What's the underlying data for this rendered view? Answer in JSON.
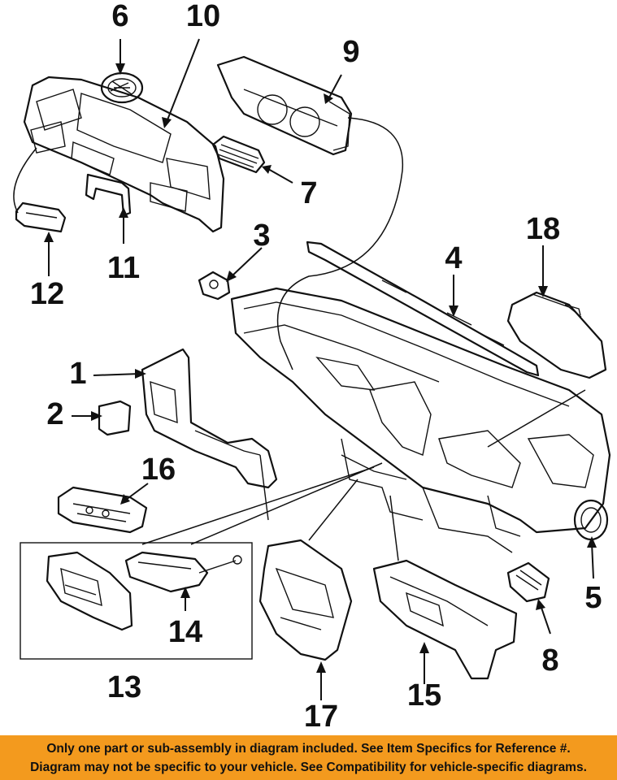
{
  "callouts": [
    {
      "id": "6",
      "label": "6"
    },
    {
      "id": "10",
      "label": "10"
    },
    {
      "id": "9",
      "label": "9"
    },
    {
      "id": "7",
      "label": "7"
    },
    {
      "id": "11",
      "label": "11"
    },
    {
      "id": "12",
      "label": "12"
    },
    {
      "id": "3",
      "label": "3"
    },
    {
      "id": "4",
      "label": "4"
    },
    {
      "id": "18",
      "label": "18"
    },
    {
      "id": "1",
      "label": "1"
    },
    {
      "id": "2",
      "label": "2"
    },
    {
      "id": "16",
      "label": "16"
    },
    {
      "id": "14",
      "label": "14"
    },
    {
      "id": "13",
      "label": "13"
    },
    {
      "id": "17",
      "label": "17"
    },
    {
      "id": "15",
      "label": "15"
    },
    {
      "id": "8",
      "label": "8"
    },
    {
      "id": "5",
      "label": "5"
    }
  ],
  "banner": {
    "line1": "Only one part or sub-assembly in diagram included. See Item Specifics for Reference #.",
    "line2": "Diagram may not be specific to your vehicle. See Compatibility for vehicle-specific diagrams.",
    "color": "#f39a1e"
  }
}
